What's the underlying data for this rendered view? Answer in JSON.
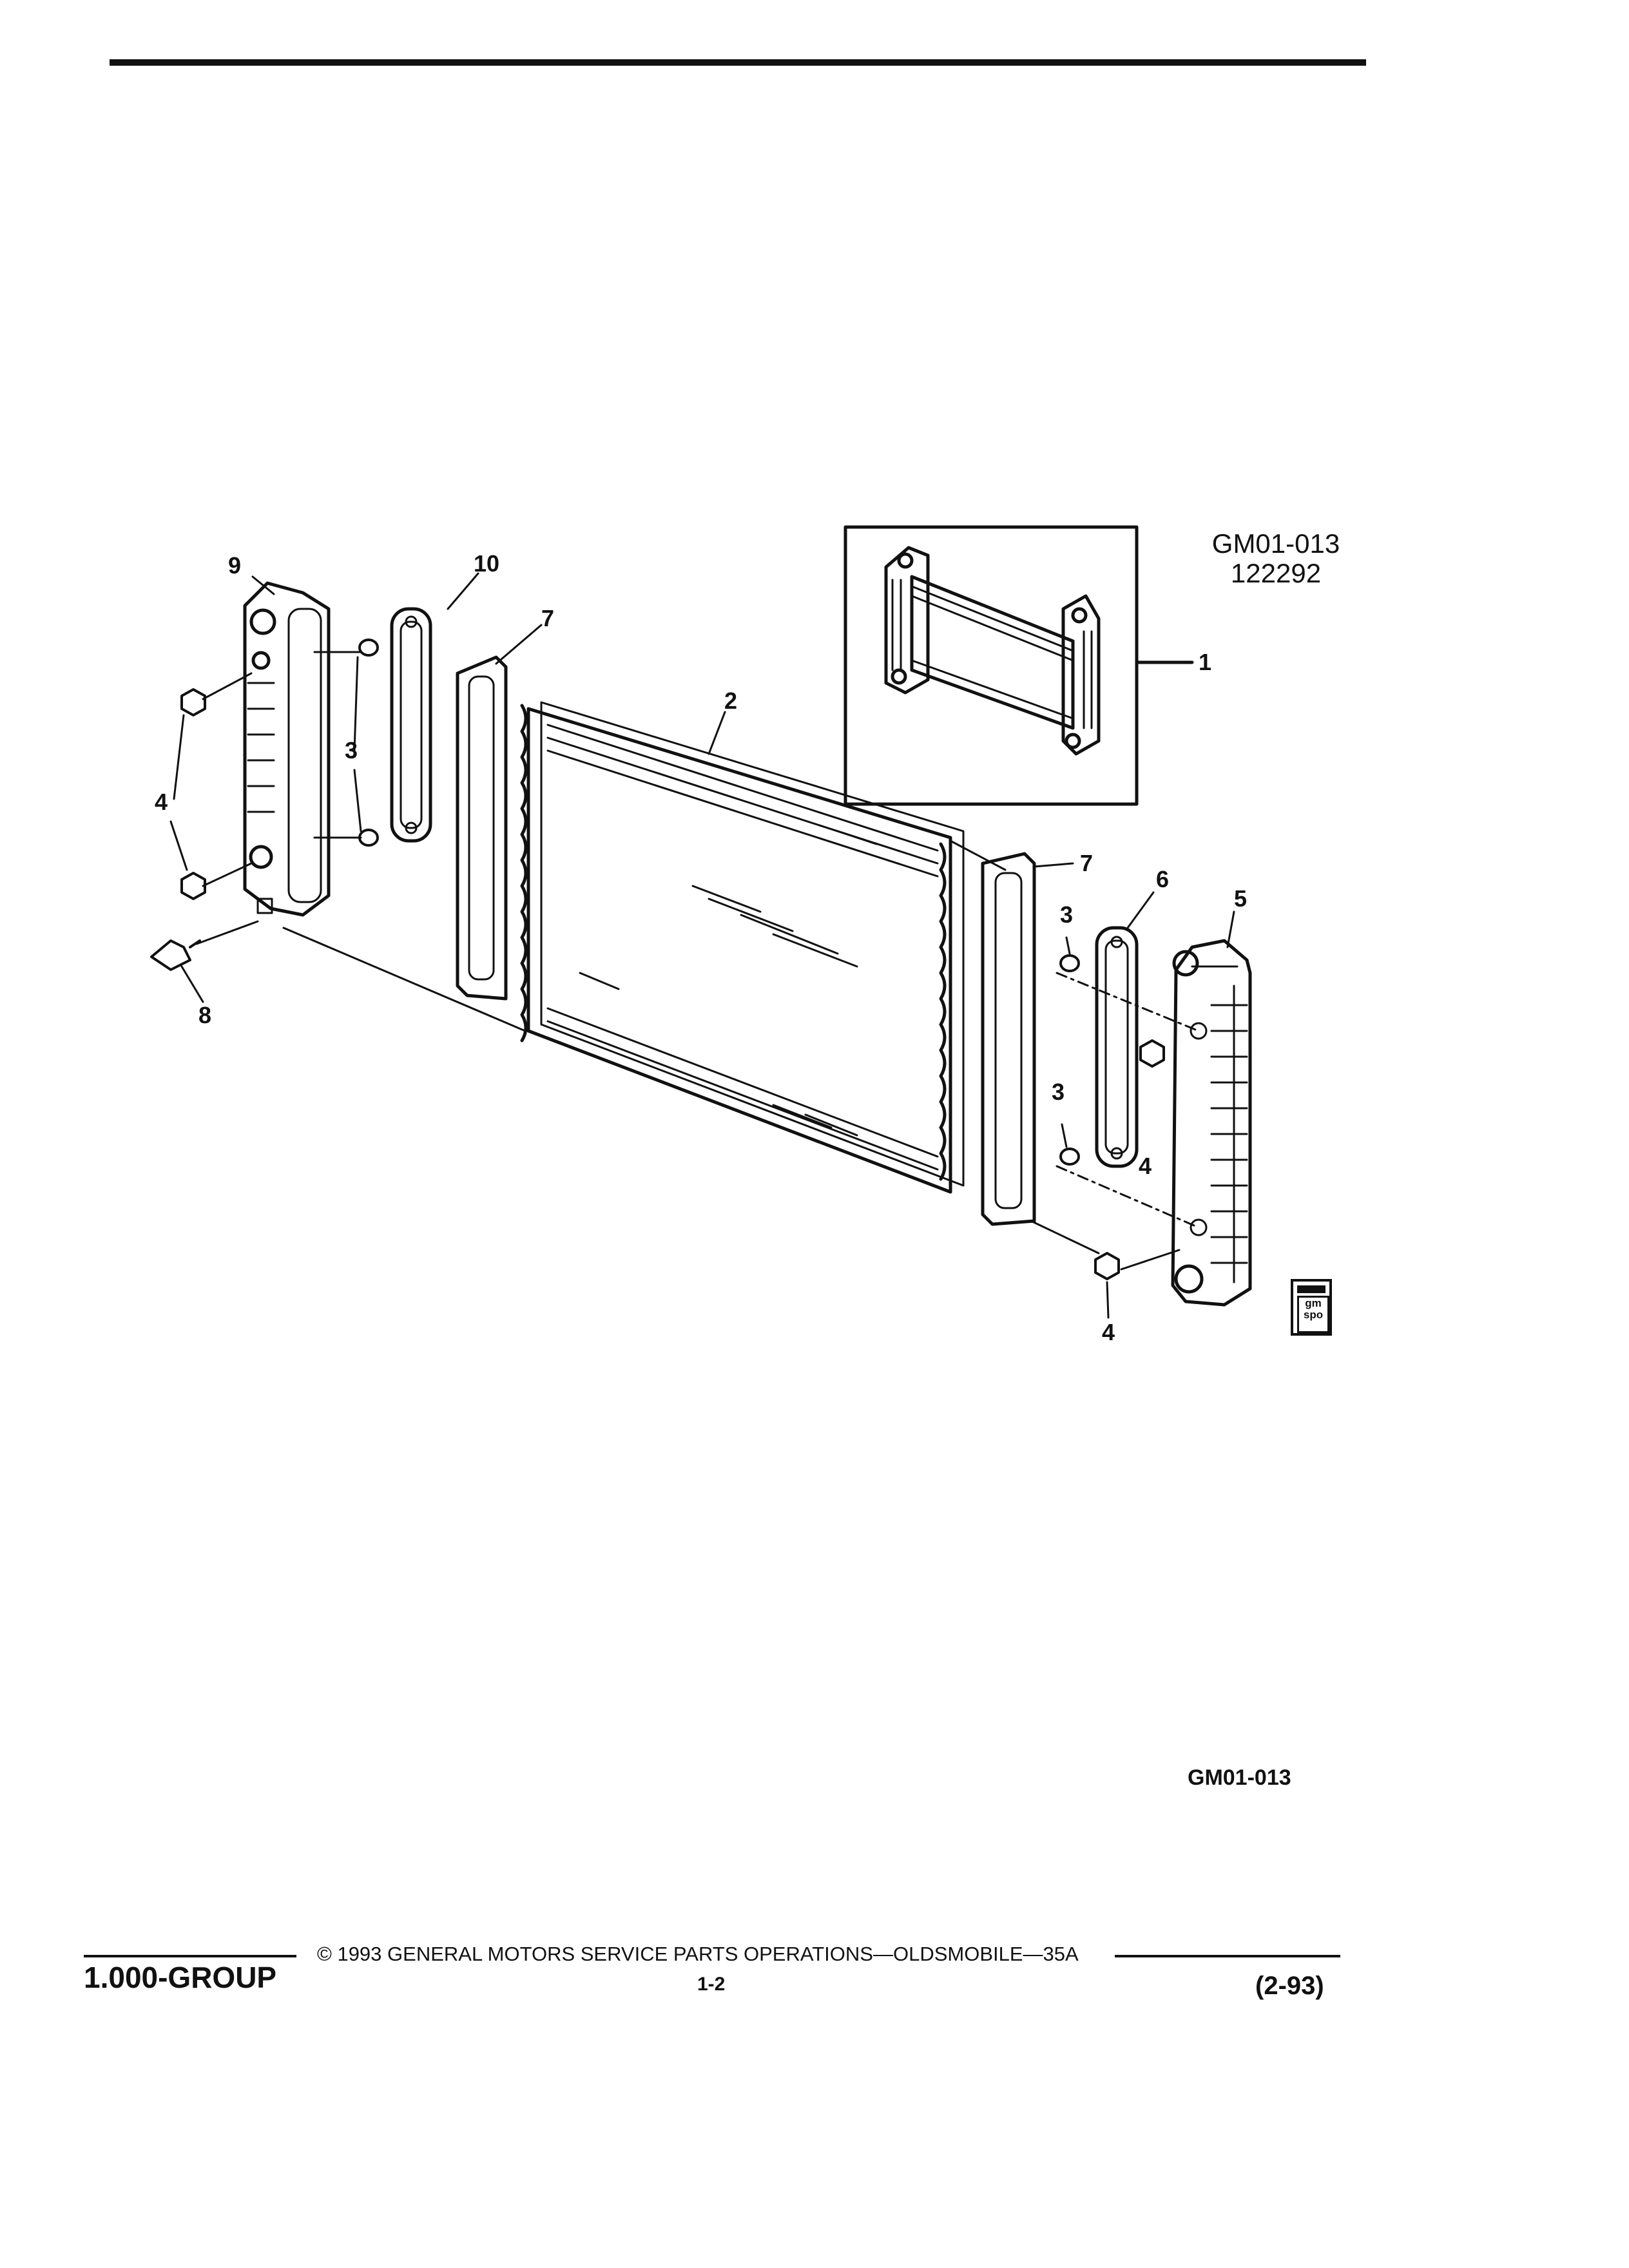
{
  "figure": {
    "code": "GM01-013",
    "date_code": "122292",
    "bottom_ref": "GM01-013"
  },
  "callouts": {
    "c1": "1",
    "c2": "2",
    "c3a": "3",
    "c3b": "3",
    "c3c": "3",
    "c4a": "4",
    "c4b": "4",
    "c4c": "4",
    "c5": "5",
    "c6": "6",
    "c7a": "7",
    "c7b": "7",
    "c8": "8",
    "c9": "9",
    "c10": "10"
  },
  "logo": {
    "line1": "gm",
    "line2": "spo"
  },
  "footer": {
    "group": "1.000-GROUP",
    "copyright": "© 1993 GENERAL MOTORS SERVICE PARTS OPERATIONS—OLDSMOBILE—35A",
    "page": "1-2",
    "date": "(2-93)"
  }
}
